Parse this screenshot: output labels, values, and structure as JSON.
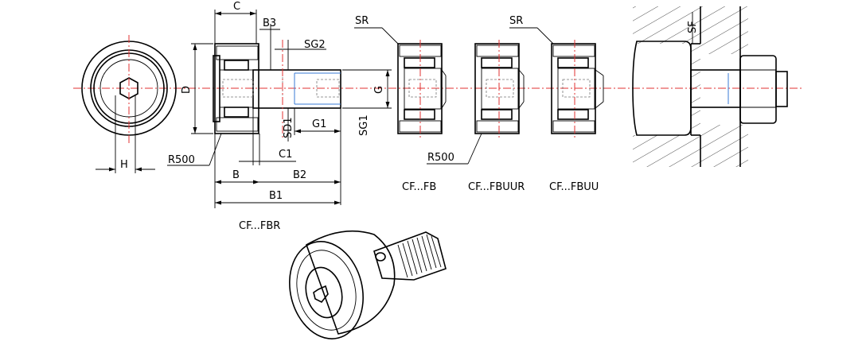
{
  "dimension_labels": {
    "C": "C",
    "B3": "B3",
    "SG2": "SG2",
    "SR_1": "SR",
    "SR_2": "SR",
    "SF": "SF",
    "D": "D",
    "G": "G",
    "G1": "G1",
    "SD1": "SD1",
    "SG1": "SG1",
    "C1": "C1",
    "R500_1": "R500",
    "R500_2": "R500",
    "H": "H",
    "B": "B",
    "B2": "B2",
    "B1": "B1"
  },
  "variant_labels": {
    "fbr": "CF...FBR",
    "fb": "CF...FB",
    "fbuur": "CF...FBUUR",
    "fbuu": "CF...FBUU"
  },
  "colors": {
    "line": "#000000",
    "centerline": "#e03030",
    "thread": "#3a7bd5",
    "hatch": "#000000"
  }
}
